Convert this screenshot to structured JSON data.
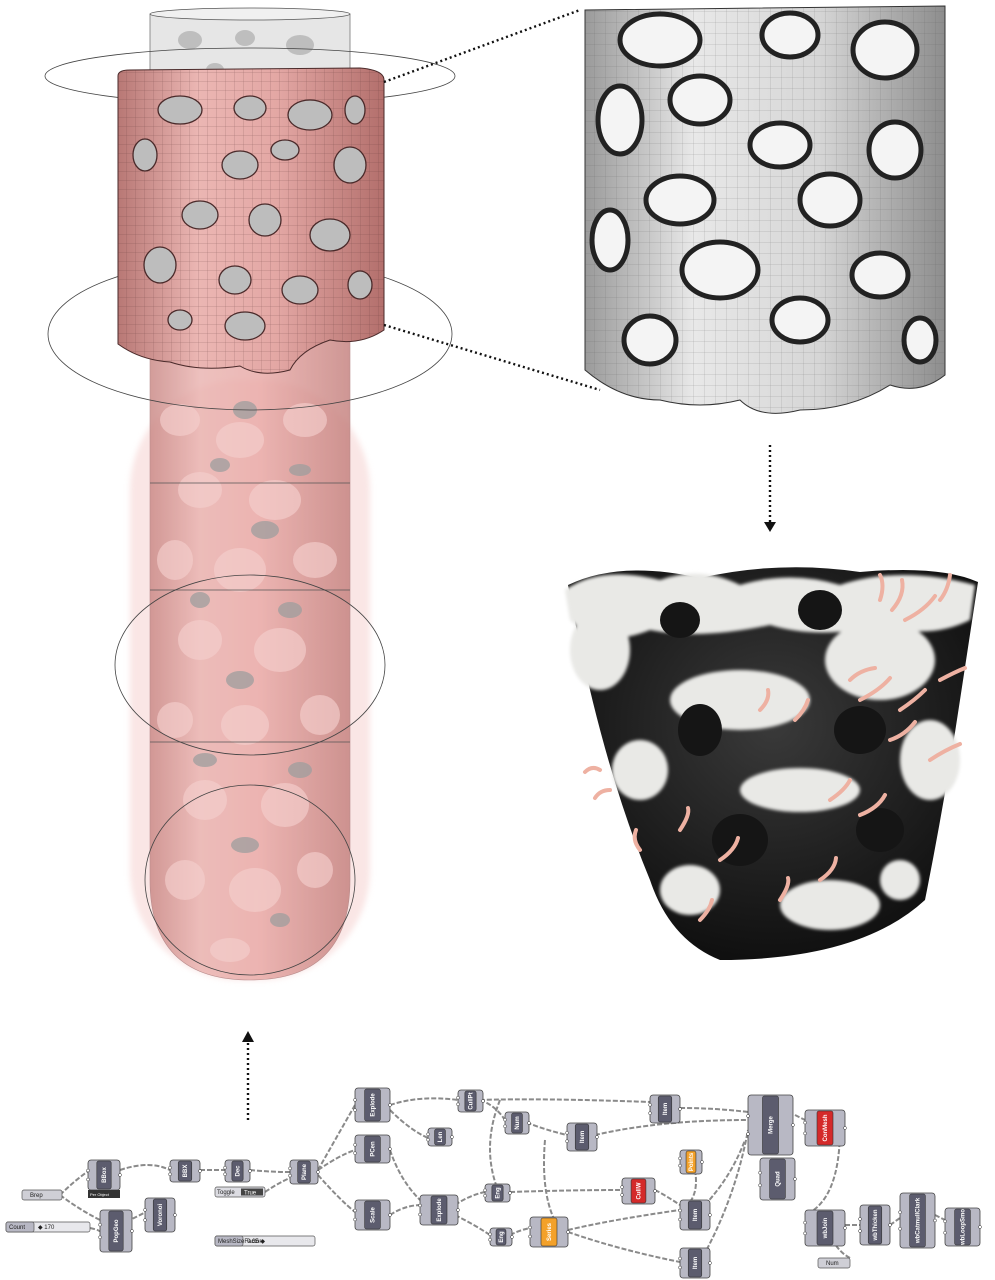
{
  "colors": {
    "tube_fill": "#e9a9a6",
    "tube_dark": "#c98784",
    "segment_fill": "#e3a7a4",
    "mesh_grey": "#cfcfcf",
    "component_body": "#5c5c6e",
    "component_header": "#b8b8c4",
    "component_red": "#d42a2a",
    "component_orange": "#f3a12a",
    "wire": "#8a8a8a",
    "coral": "#f0b0a0"
  },
  "grasshopper": {
    "components": [
      {
        "id": "brep",
        "label": "Brep",
        "kind": "param"
      },
      {
        "id": "count",
        "label": "Count",
        "kind": "slider",
        "value": "◆ 170"
      },
      {
        "id": "bbox",
        "label": "BBox",
        "kind": "component",
        "sub": "Per Object"
      },
      {
        "id": "popgeo",
        "label": "PopGeo",
        "kind": "component"
      },
      {
        "id": "voronoi",
        "label": "Voronoi",
        "kind": "component"
      },
      {
        "id": "bbx",
        "label": "BBX",
        "kind": "component"
      },
      {
        "id": "dec",
        "label": "Dec",
        "kind": "component"
      },
      {
        "id": "toggle",
        "label": "Toggle",
        "kind": "toggle",
        "value": "True"
      },
      {
        "id": "plane",
        "label": "Plane",
        "kind": "component"
      },
      {
        "id": "explode1",
        "label": "Explode",
        "kind": "component"
      },
      {
        "id": "pcen",
        "label": "PCen",
        "kind": "component"
      },
      {
        "id": "scale",
        "label": "Scale",
        "kind": "component"
      },
      {
        "id": "meshsize",
        "label": "MeshSizeFactor",
        "kind": "slider",
        "value": "0.65 ◆"
      },
      {
        "id": "explode2",
        "label": "Explode",
        "kind": "component"
      },
      {
        "id": "len",
        "label": "Len",
        "kind": "component"
      },
      {
        "id": "cullpat",
        "label": "CullPt",
        "kind": "component"
      },
      {
        "id": "num",
        "label": "Num",
        "kind": "component"
      },
      {
        "id": "item1",
        "label": "Item",
        "kind": "component"
      },
      {
        "id": "item2",
        "label": "Item",
        "kind": "component"
      },
      {
        "id": "eng1",
        "label": "Eng",
        "kind": "component"
      },
      {
        "id": "eng2",
        "label": "Eng",
        "kind": "component"
      },
      {
        "id": "series",
        "label": "Series",
        "kind": "orange"
      },
      {
        "id": "cullw",
        "label": "CullW",
        "kind": "red"
      },
      {
        "id": "points",
        "label": "Points",
        "kind": "orange"
      },
      {
        "id": "item3",
        "label": "Item",
        "kind": "component"
      },
      {
        "id": "item4",
        "label": "Item",
        "kind": "component"
      },
      {
        "id": "merge",
        "label": "Merge",
        "kind": "component"
      },
      {
        "id": "conmesh",
        "label": "ConMesh",
        "kind": "red"
      },
      {
        "id": "quad",
        "label": "Quad",
        "kind": "component"
      },
      {
        "id": "wbjoin",
        "label": "wbJoin",
        "kind": "component"
      },
      {
        "id": "wbthicken",
        "label": "wbThicken",
        "kind": "component"
      },
      {
        "id": "wbcatmull",
        "label": "wbCatmullClark",
        "kind": "component"
      },
      {
        "id": "wbloop",
        "label": "wbLoopSmo",
        "kind": "component"
      },
      {
        "id": "numparam",
        "label": "Num",
        "kind": "param"
      }
    ]
  }
}
